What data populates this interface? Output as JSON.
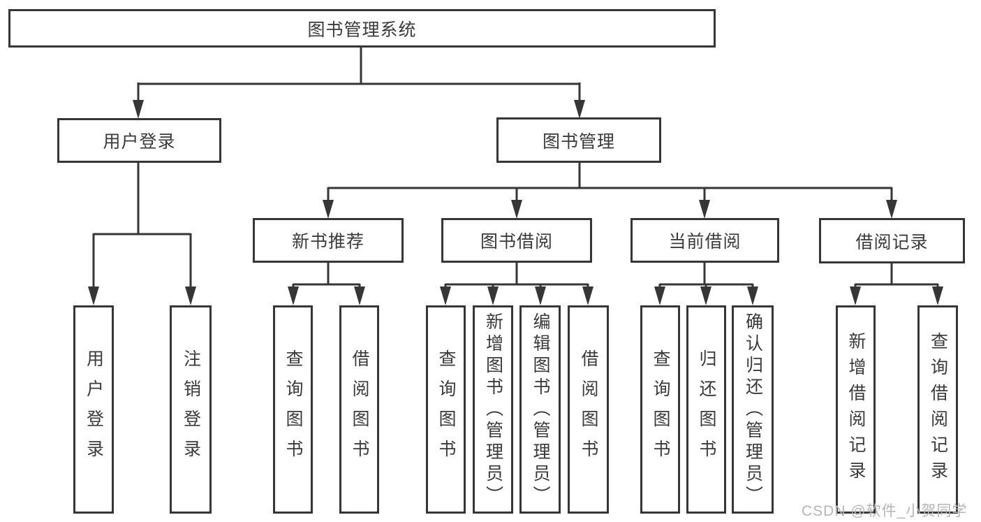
{
  "tree": {
    "label": "图书管理系统",
    "children": [
      {
        "label": "用户登录",
        "children": [
          {
            "label": "用户登录"
          },
          {
            "label": "注销登录"
          }
        ]
      },
      {
        "label": "图书管理",
        "children": [
          {
            "label": "新书推荐",
            "children": [
              {
                "label": "查询图书"
              },
              {
                "label": "借阅图书"
              }
            ]
          },
          {
            "label": "图书借阅",
            "children": [
              {
                "label": "查询图书"
              },
              {
                "label": "新增图书（管理员）"
              },
              {
                "label": "编辑图书（管理员）"
              },
              {
                "label": "借阅图书"
              }
            ]
          },
          {
            "label": "当前借阅",
            "children": [
              {
                "label": "查询图书"
              },
              {
                "label": "归还图书"
              },
              {
                "label": "确认归还（管理员）"
              }
            ]
          },
          {
            "label": "借阅记录",
            "children": [
              {
                "label": "新增借阅记录"
              },
              {
                "label": "查询借阅记录"
              }
            ]
          }
        ]
      }
    ]
  },
  "watermark": {
    "text": "CSDN @软件_小贺同学"
  },
  "colors": {
    "line": "#363636",
    "box_border": "#363636",
    "box_fill": "#ffffff",
    "text": "#3a3a3a",
    "watermark": "#b5b5b5"
  }
}
